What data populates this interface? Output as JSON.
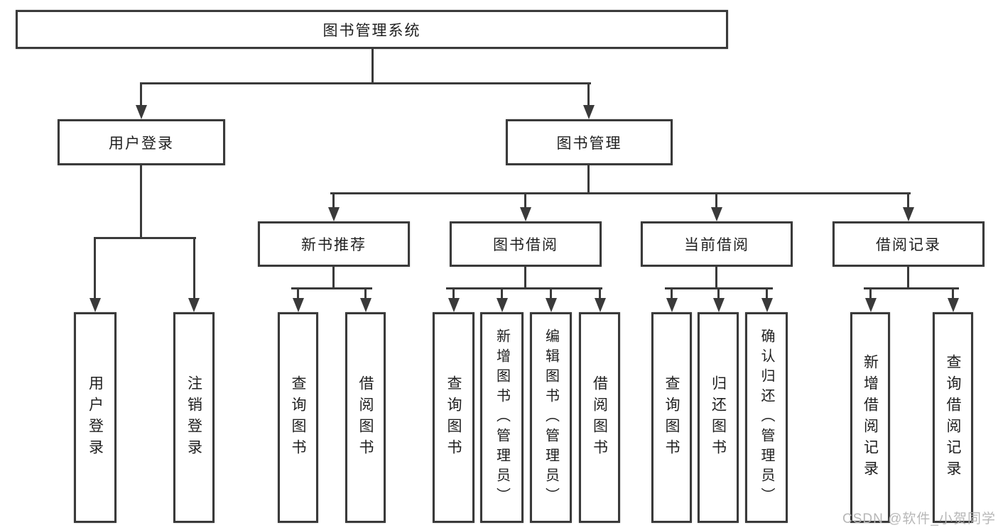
{
  "tree": {
    "root": "图书管理系统",
    "branches": [
      {
        "label": "用户登录",
        "leaves": [
          "用户登录",
          "注销登录"
        ]
      },
      {
        "label": "图书管理",
        "groups": [
          {
            "label": "新书推荐",
            "leaves": [
              "查询图书",
              "借阅图书"
            ]
          },
          {
            "label": "图书借阅",
            "leaves": [
              "查询图书",
              "新增图书（管理员）",
              "编辑图书（管理员）",
              "借阅图书"
            ]
          },
          {
            "label": "当前借阅",
            "leaves": [
              "查询图书",
              "归还图书",
              "确认归还（管理员）"
            ]
          },
          {
            "label": "借阅记录",
            "leaves": [
              "新增借阅记录",
              "查询借阅记录"
            ]
          }
        ]
      }
    ]
  },
  "watermark": "CSDN @软件_小贺同学",
  "colors": {
    "line": "#3a3a3a",
    "text": "#1f1f1f",
    "box_bg": "#ffffff",
    "watermark": "#b4b4b4",
    "bg": "#ffffff"
  }
}
